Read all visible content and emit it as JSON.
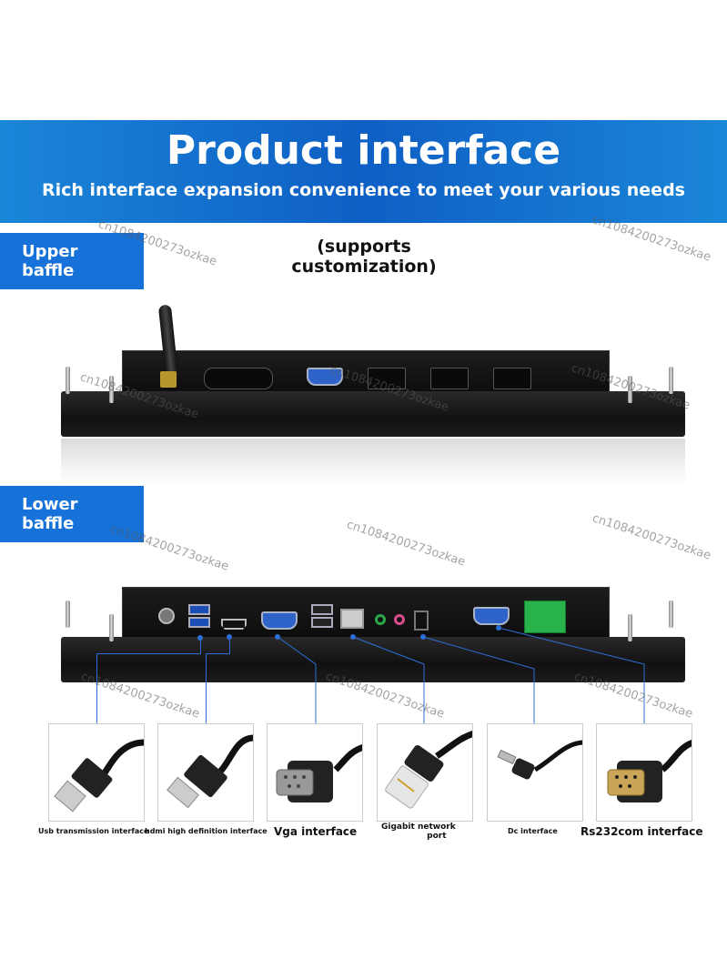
{
  "banner": {
    "title": "Product interface",
    "subtitle": "Rich interface expansion convenience to meet your various needs",
    "background_color": "#0f5fc4"
  },
  "upper": {
    "label_line1": "Upper",
    "label_line2": "baffle"
  },
  "customization_note": {
    "line1": "(supports",
    "line2": "customization)"
  },
  "lower": {
    "label_line1": "Lower",
    "label_line2": "baffle"
  },
  "watermark": "cn1084200273ozkae",
  "interfaces": [
    {
      "caption": "Usb transmission interface",
      "icon": "usb-cable-icon"
    },
    {
      "caption": "hdmi high definition interface",
      "icon": "hdmi-cable-icon"
    },
    {
      "caption": "Vga interface",
      "icon": "vga-cable-icon"
    },
    {
      "caption_line1": "Gigabit network",
      "caption_line2": "port",
      "icon": "ethernet-cable-icon"
    },
    {
      "caption": "Dc interface",
      "icon": "dc-cable-icon"
    },
    {
      "caption": "Rs232com interface",
      "icon": "rs232-cable-icon"
    }
  ],
  "colors": {
    "accent": "#1671d8",
    "leader_line": "#2c6fd6",
    "terminal_green": "#27b24a"
  }
}
